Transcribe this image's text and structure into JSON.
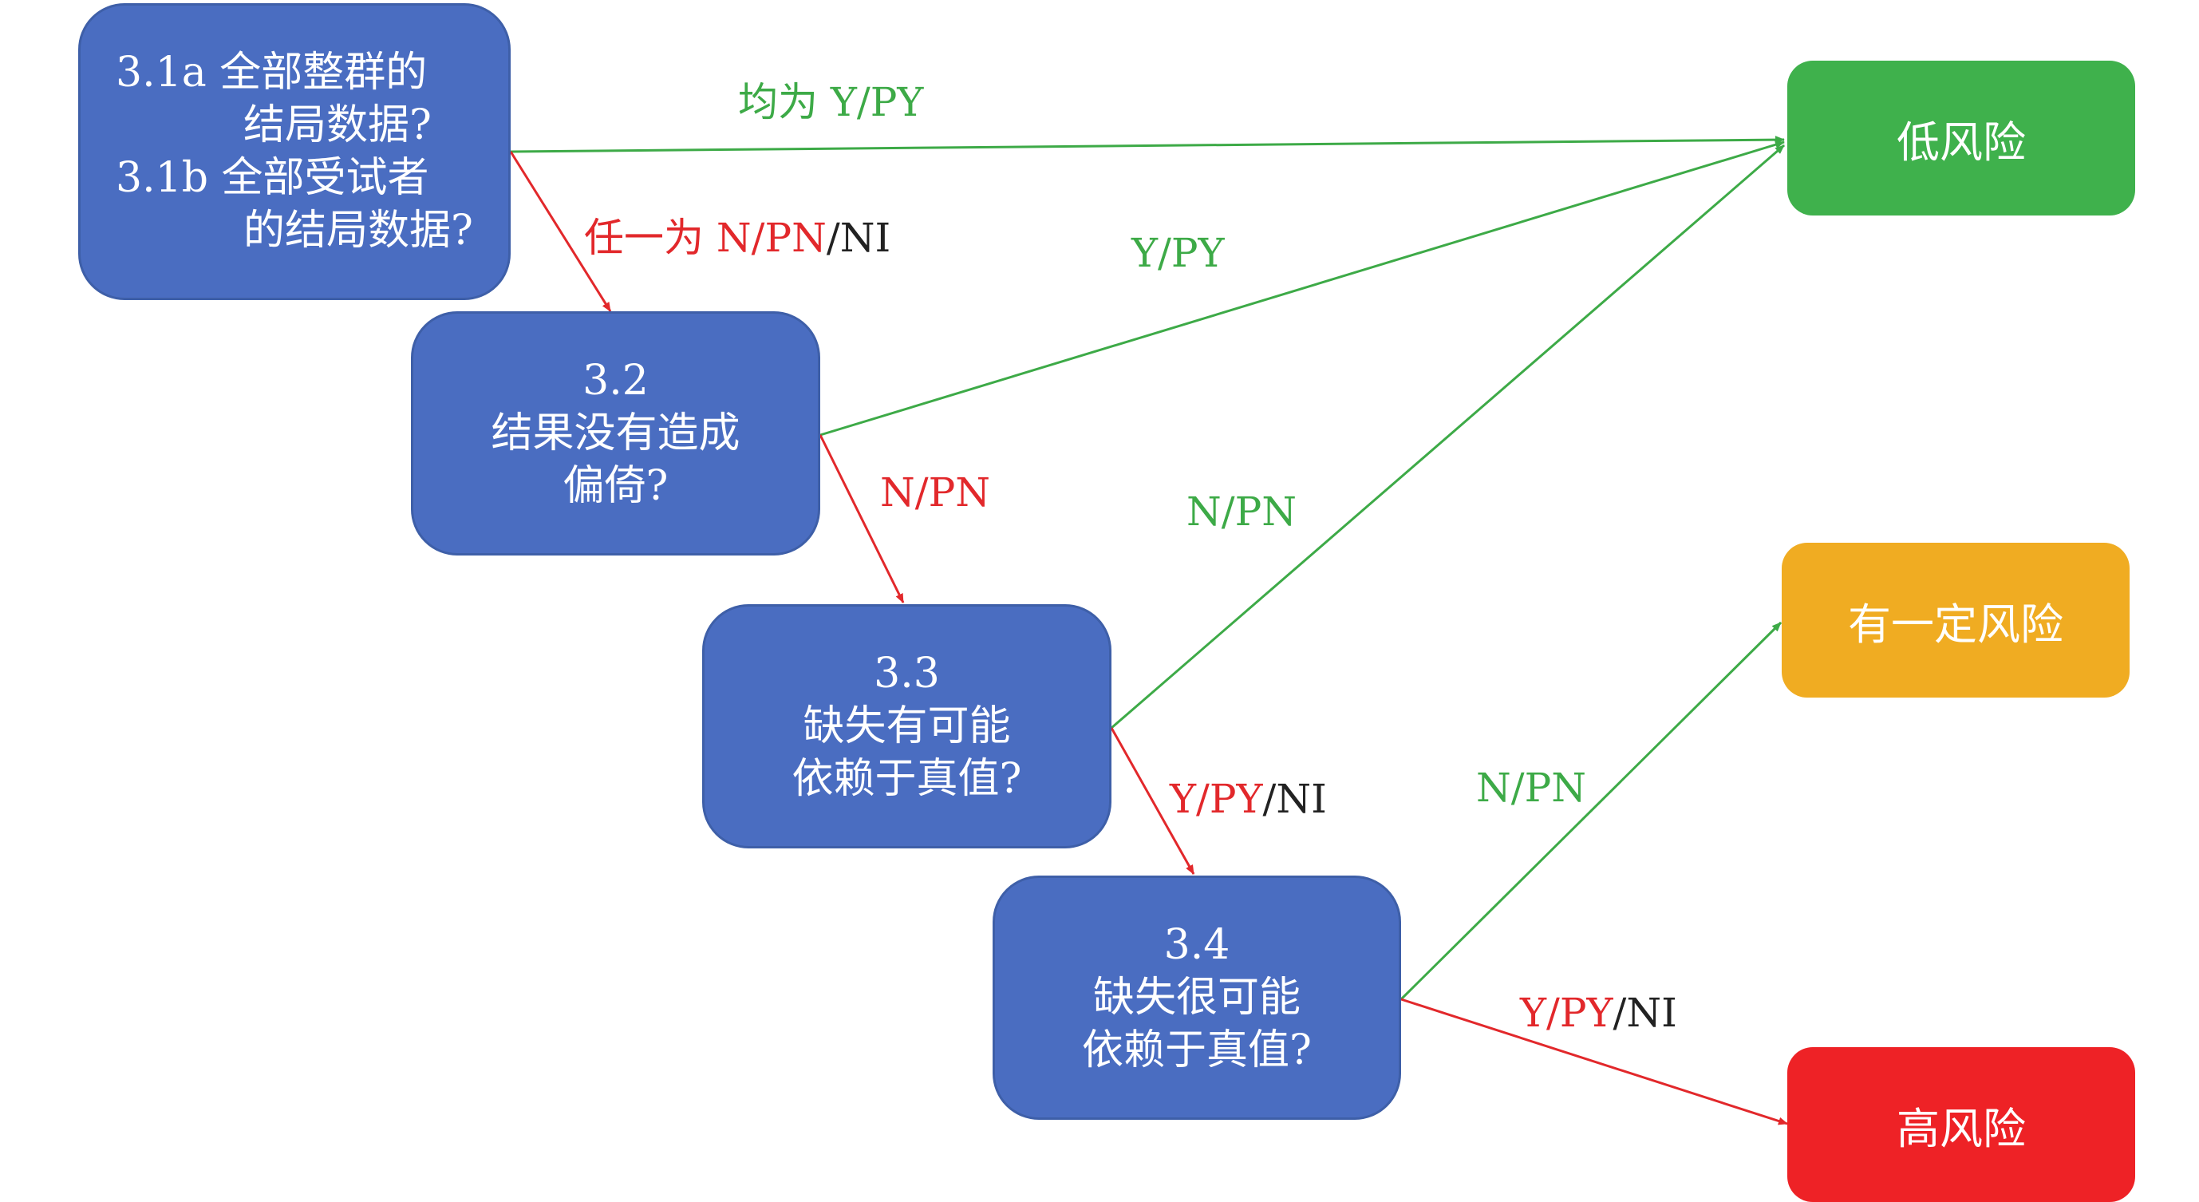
{
  "colors": {
    "question_box": "#4A6DC1",
    "low_risk": "#3FB14C",
    "some_risk": "#F0AC22",
    "high_risk": "#EE2226",
    "green_arrow": "#3DAA47",
    "red_arrow": "#E2282B"
  },
  "questions": {
    "q31": {
      "line1": "3.1a 全部整群的",
      "line2": "结局数据?",
      "line3": "3.1b 全部受试者",
      "line4": "的结局数据?"
    },
    "q32": {
      "line1": "3.2",
      "line2": "结果没有造成",
      "line3": "偏倚?"
    },
    "q33": {
      "line1": "3.3",
      "line2": "缺失有可能",
      "line3": "依赖于真值?"
    },
    "q34": {
      "line1": "3.4",
      "line2": "缺失很可能",
      "line3": "依赖于真值?"
    }
  },
  "results": {
    "low": "低风险",
    "some": "有一定风险",
    "high": "高风险"
  },
  "labels": {
    "q31_to_low": "均为 Y/PY",
    "q31_to_q32_prefix": "任一为 ",
    "q31_to_q32_red": "N/PN",
    "q31_to_q32_black": "/NI",
    "q32_to_low": "Y/PY",
    "q32_to_q33": "N/PN",
    "q33_to_low": "N/PN",
    "q33_to_q34_red": "Y/PY",
    "q33_to_q34_black": "/NI",
    "q34_to_some": "N/PN",
    "q34_to_high_red": "Y/PY",
    "q34_to_high_black": "/NI"
  }
}
